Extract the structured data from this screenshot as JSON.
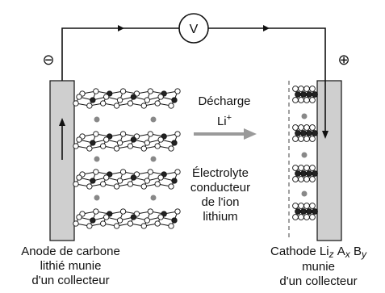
{
  "voltmeter": {
    "symbol": "V"
  },
  "terminals": {
    "negative": "⊖",
    "positive": "⊕"
  },
  "discharge": {
    "label": "Décharge",
    "ion": "Li",
    "ion_charge": "+"
  },
  "electrolyte": {
    "lines": [
      "Électrolyte",
      "conducteur",
      "de l'ion",
      "lithium"
    ]
  },
  "anode": {
    "lines": [
      "Anode de carbone",
      "lithié munie",
      "d'un collecteur"
    ]
  },
  "cathode": {
    "prefix": "Cathode Li",
    "z": "z",
    "a": "A",
    "x": "x",
    "b": "B",
    "y": "y",
    "line2": "munie",
    "line3": "d'un collecteur"
  },
  "colors": {
    "collector": "#cfcfcf",
    "wire": "#111111",
    "arrow": "#9a9a9a",
    "ion_dot": "#888888",
    "atom_dark": "#222222"
  }
}
